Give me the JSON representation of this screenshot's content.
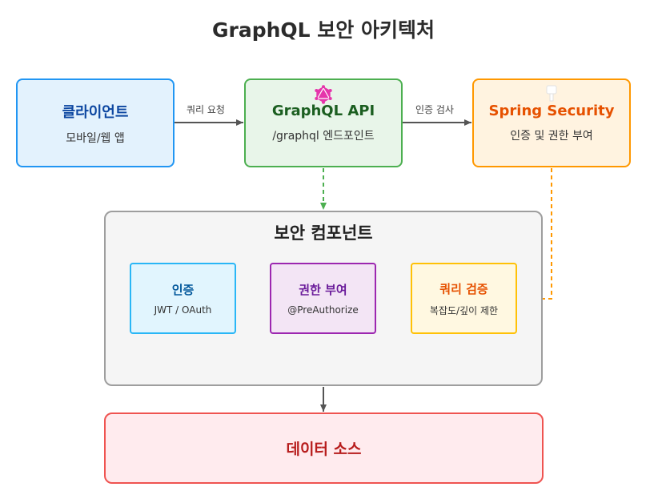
{
  "title": "GraphQL 보안 아키텍처",
  "nodes": {
    "client": {
      "title": "클라이언트",
      "subtitle": "모바일/웹 앱"
    },
    "api": {
      "title": "GraphQL API",
      "subtitle": "/graphql 엔드포인트"
    },
    "spring": {
      "title": "Spring Security",
      "subtitle": "인증 및 권한 부여"
    },
    "security": {
      "title": "보안 컴포넌트"
    },
    "auth": {
      "title": "인증",
      "subtitle": "JWT / OAuth"
    },
    "perm": {
      "title": "권한 부여",
      "subtitle": "@PreAuthorize"
    },
    "qval": {
      "title": "쿼리 검증",
      "subtitle": "복잡도/깊이 제한"
    },
    "datasource": {
      "title": "데이터 소스"
    }
  },
  "edges": {
    "client_to_api": "쿼리 요청",
    "api_to_spring": "인증 검사"
  },
  "icons": {
    "api": "graphql-icon",
    "spring": "lock-icon"
  },
  "colors": {
    "client": "#2196f3",
    "api": "#4caf50",
    "spring": "#ff9800",
    "auth": "#29b6f6",
    "perm": "#9c27b0",
    "qval": "#ffc107",
    "datasource": "#ef5350",
    "arrow": "#555555"
  }
}
